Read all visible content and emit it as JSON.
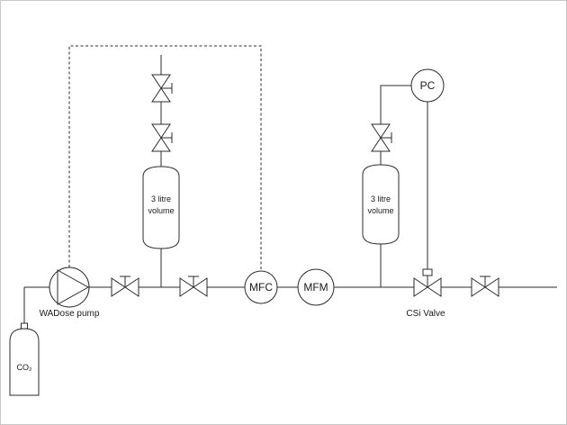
{
  "diagram": {
    "labels": {
      "volume_left_line1": "3 litre",
      "volume_left_line2": "volume",
      "volume_right_line1": "3 litre",
      "volume_right_line2": "volume",
      "pump": "WADose pump",
      "co2": "CO₂",
      "mfc": "MFC",
      "mfm": "MFM",
      "pc": "PC",
      "csi_valve": "CSi Valve"
    }
  }
}
